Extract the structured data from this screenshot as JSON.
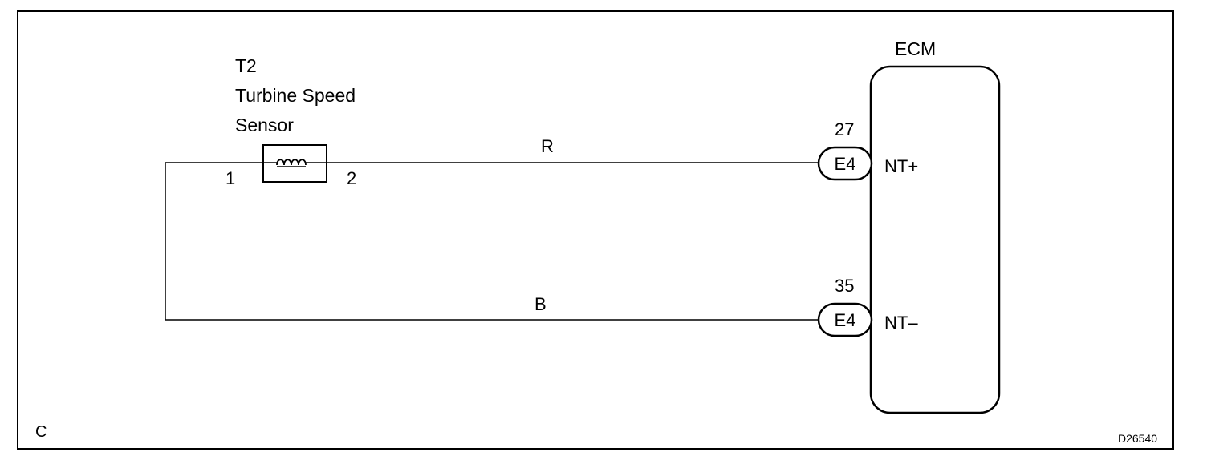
{
  "sensor": {
    "code": "T2",
    "name_line1": "Turbine Speed",
    "name_line2": "Sensor",
    "pin_left": "1",
    "pin_right": "2"
  },
  "ecm": {
    "label": "ECM",
    "pin_top_number": "27",
    "pin_top_connector": "E4",
    "pin_top_signal": "NT+",
    "pin_bottom_number": "35",
    "pin_bottom_connector": "E4",
    "pin_bottom_signal": "NT–"
  },
  "wires": {
    "top_color": "R",
    "bottom_color": "B"
  },
  "corner_letter": "C",
  "figure_code": "D26540"
}
